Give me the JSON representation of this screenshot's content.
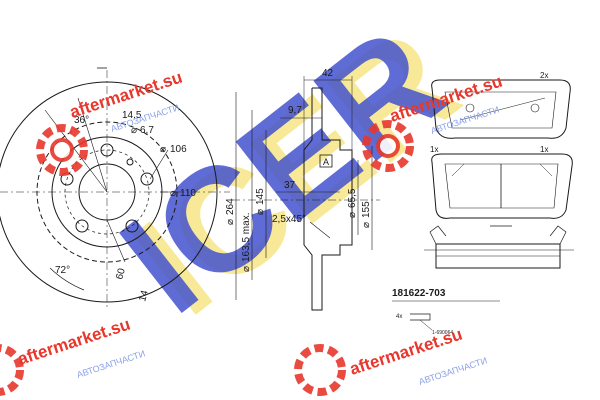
{
  "colors": {
    "line": "#1a1a1a",
    "watermark_red": "#e8372c",
    "watermark_blue": "#3040c8",
    "watermark_yellow": "#f3c400",
    "watermark_fade_blue": "#8aa0e8"
  },
  "watermark": {
    "brand": "ICER",
    "site": "aftermarket.su",
    "subtitle": "АВТОЗАПЧАСТИ"
  },
  "disc_front": {
    "angle_36": "36°",
    "angle_72": "72°",
    "dim_14_5": "14,5",
    "dim_6_7": "6,7",
    "dim_106": "106",
    "dim_110": "110",
    "dim_60": "60",
    "dim_14": "14"
  },
  "disc_section": {
    "dim_42": "42",
    "dim_9_7": "9,7",
    "dim_37": "37",
    "chamfer": "2,5x45°",
    "dim_264": "264",
    "dim_163_5": "163,5 max.",
    "dim_145": "145",
    "dim_65_5": "65,5",
    "dim_155": "155",
    "datum": "A"
  },
  "pads": {
    "qty_top": "2x",
    "qty_left": "1x",
    "qty_right": "1x",
    "part_number": "181622-703",
    "clip_qty": "4x",
    "clip_ref": "1-690064"
  }
}
